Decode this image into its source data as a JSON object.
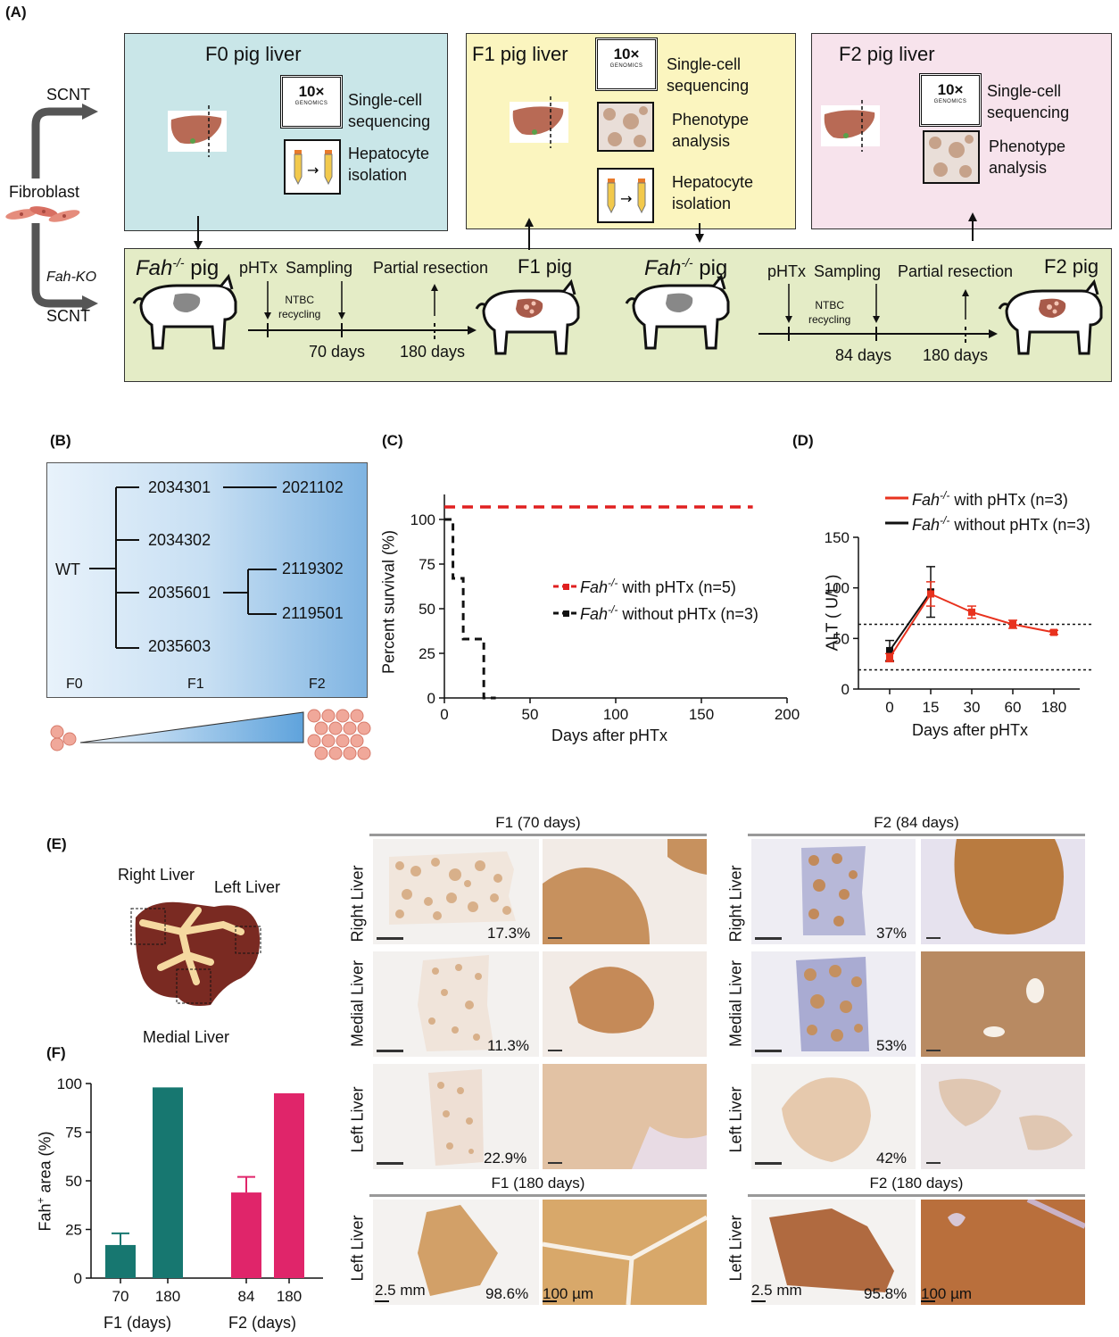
{
  "panels": {
    "A": "(A)",
    "B": "(B)",
    "C": "(C)",
    "D": "(D)",
    "E": "(E)",
    "F": "(F)"
  },
  "panelA": {
    "scnt_top": "SCNT",
    "fah_ko": "Fah-KO",
    "scnt_bottom": "SCNT",
    "fibroblast": "Fibroblast",
    "f0_title": "F0 pig liver",
    "f1_title": "F1 pig liver",
    "f2_title": "F2 pig liver",
    "tenx": "10×",
    "genomics": "GENOMICS",
    "single_cell_1": "Single-cell",
    "single_cell_2": "sequencing",
    "hep_iso_1": "Hepatocyte",
    "hep_iso_2": "isolation",
    "phenotype_1": "Phenotype",
    "phenotype_2": "analysis",
    "fah_pig": "Fah",
    "fah_sup": "-/-",
    "pig_word": " pig",
    "phtx": "pHTx",
    "sampling": "Sampling",
    "partial_resection": "Partial resection",
    "ntbc_1": "NTBC",
    "ntbc_2": "recycling",
    "d70": "70 days",
    "d180a": "180 days",
    "d84": "84 days",
    "d180b": "180 days",
    "f1_pig": "F1 pig",
    "f2_pig": "F2 pig",
    "colors": {
      "f0_bg": "#c9e6e8",
      "f1_bg": "#fbf5bf",
      "f2_bg": "#f7e3ec",
      "timeline_bg": "#e4ecc6"
    }
  },
  "panelB": {
    "wt": "WT",
    "nodes": [
      "2034301",
      "2021102",
      "2034302",
      "2035601",
      "2119302",
      "2119501",
      "2035603"
    ],
    "gens": [
      "F0",
      "F1",
      "F2"
    ]
  },
  "chart_data": [
    {
      "id": "C",
      "type": "line",
      "xlabel": "Days after pHTx",
      "ylabel": "Percent survival (%)",
      "xlim": [
        0,
        200
      ],
      "ylim": [
        0,
        100
      ],
      "xticks": [
        0,
        50,
        100,
        150,
        200
      ],
      "yticks": [
        0,
        25,
        50,
        75,
        100
      ],
      "series": [
        {
          "name_main": "Fah",
          "name_sup": "-/-",
          "name_rest": " with pHTx (n=5)",
          "color": "#e02020",
          "style": "dashed",
          "x": [
            0,
            180
          ],
          "y": [
            100,
            100
          ]
        },
        {
          "name_main": "Fah",
          "name_sup": "-/-",
          "name_rest": " without pHTx (n=3)",
          "color": "#111111",
          "style": "dashed-step",
          "x": [
            0,
            5,
            5,
            11,
            11,
            23,
            23,
            30,
            30
          ],
          "y": [
            100,
            100,
            67,
            67,
            33,
            33,
            0,
            0,
            0
          ]
        }
      ]
    },
    {
      "id": "D",
      "type": "line",
      "xlabel": "Days after pHTx",
      "ylabel": "ALT ( U/L )",
      "ylim": [
        0,
        150
      ],
      "yticks": [
        0,
        50,
        100,
        150
      ],
      "categories": [
        "0",
        "15",
        "30",
        "60",
        "180"
      ],
      "reference_lines": [
        64,
        19
      ],
      "series": [
        {
          "name_main": "Fah",
          "name_sup": "-/-",
          "name_rest": " with pHTx (n=3)",
          "color": "#e8321e",
          "values": [
            31,
            94,
            76,
            64,
            56
          ],
          "err": [
            4,
            12,
            6,
            4,
            2
          ]
        },
        {
          "name_main": "Fah",
          "name_sup": "-/-",
          "name_rest": " without pHTx (n=3)",
          "color": "#111111",
          "values": [
            38,
            96,
            null,
            null,
            null
          ],
          "err": [
            10,
            25,
            null,
            null,
            null
          ]
        }
      ]
    },
    {
      "id": "F",
      "type": "bar",
      "ylabel_main": "Fah",
      "ylabel_sup": "+",
      "ylabel_rest": " area (%)",
      "ylim": [
        0,
        100
      ],
      "yticks": [
        0,
        25,
        50,
        75,
        100
      ],
      "categories": [
        "70",
        "180",
        "84",
        "180"
      ],
      "groups": [
        "F1 (days)",
        "F2 (days)"
      ],
      "values": [
        17,
        98,
        44,
        95
      ],
      "err": [
        6,
        0,
        8,
        0
      ],
      "colors": [
        "#177770",
        "#177770",
        "#e0256a",
        "#e0256a"
      ]
    }
  ],
  "panelE": {
    "right_liver": "Right Liver",
    "left_liver": "Left Liver",
    "medial_liver": "Medial Liver",
    "f1_70": "F1 (70 days)",
    "f2_84": "F2 (84 days)",
    "f1_180": "F1 (180 days)",
    "f2_180": "F2 (180 days)",
    "rows": [
      "Right Liver",
      "Medial Liver",
      "Left Liver"
    ],
    "f1_pcts": [
      "17.3%",
      "11.3%",
      "22.9%"
    ],
    "f2_pcts": [
      "37%",
      "53%",
      "42%"
    ],
    "f1_180_pct": "98.6%",
    "f2_180_pct": "95.8%",
    "scale_mm": "2.5 mm",
    "scale_um": "100 µm",
    "bottom_row": "Left Liver"
  }
}
